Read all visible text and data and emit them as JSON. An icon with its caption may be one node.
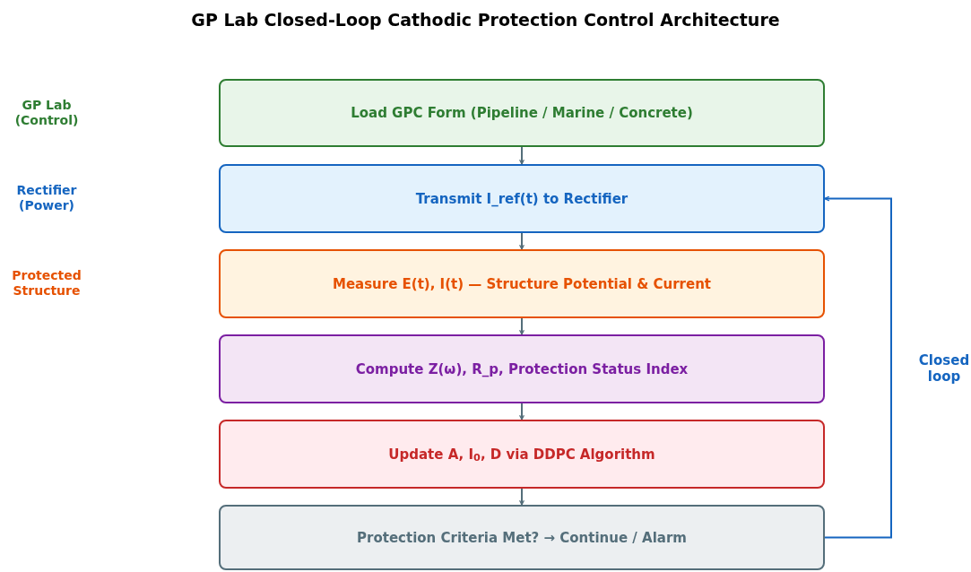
{
  "diagram": {
    "title": "GP Lab Closed-Loop Cathodic Protection Control Architecture",
    "nodes": [
      {
        "text": [
          "Load GPC Form (Pipeline / Marine / Concrete)"
        ]
      },
      {
        "text": [
          "Transmit I_ref(t) to Rectifier"
        ]
      },
      {
        "text": [
          "Measure E(t), I(t) — Structure Potential & Current"
        ]
      },
      {
        "text": [
          "Compute Z(ω), R_p, Protection Status Index"
        ]
      },
      {
        "text": [
          "Update A, I$_{0}$, D via DDPC Algorithm"
        ]
      },
      {
        "text": [
          "Protection Criteria Met? → Continue / Alarm"
        ]
      }
    ],
    "edges": [
      {
        "from": 0,
        "to": 1,
        "arrow": "to"
      },
      {
        "from": 1,
        "to": 2,
        "arrow": "to"
      },
      {
        "from": 2,
        "to": 3,
        "arrow": "to"
      },
      {
        "from": 3,
        "to": 4,
        "arrow": "to"
      },
      {
        "from": 4,
        "to": 5,
        "arrow": "to"
      },
      {
        "from": 5,
        "to": 1,
        "arrow": "to",
        "label": "Closed loop",
        "color": "#1565c0"
      }
    ],
    "labels": [
      "GP Lab (Control)",
      "Rectifier (Power)",
      "Protected Structure"
    ]
  }
}
